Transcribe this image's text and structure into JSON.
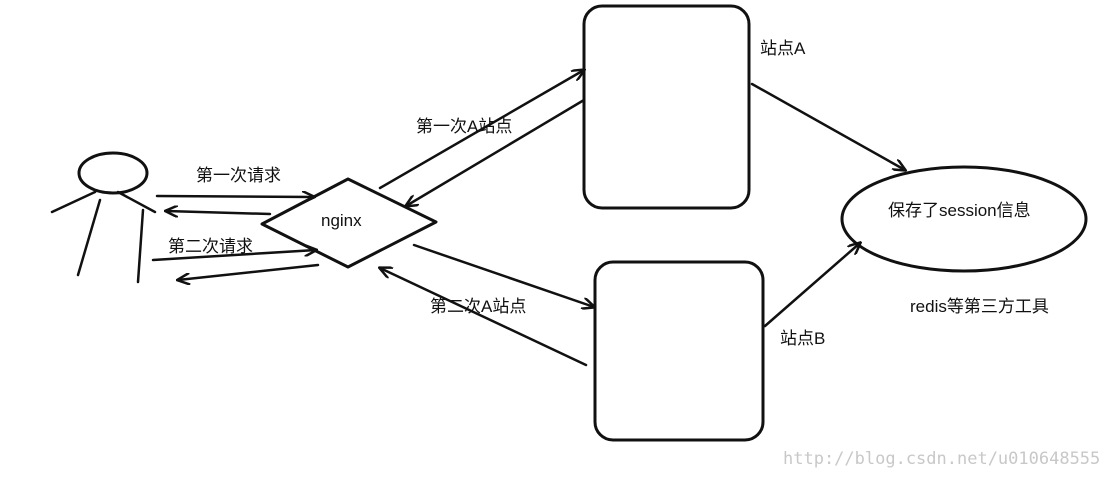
{
  "diagram": {
    "nodes": {
      "nginx": "nginx",
      "site_a": "站点A",
      "site_b": "站点B",
      "session_store": "保存了session信息",
      "redis_note": "redis等第三方工具"
    },
    "edges": {
      "first_request": "第一次请求",
      "second_request": "第二次请求",
      "first_to_a": "第一次A站点",
      "second_to_a": "第二次A站点"
    }
  },
  "watermark": "http://blog.csdn.net/u010648555",
  "colors": {
    "ink": "#111111",
    "watermark": "#c8c8c8",
    "background": "#ffffff"
  }
}
